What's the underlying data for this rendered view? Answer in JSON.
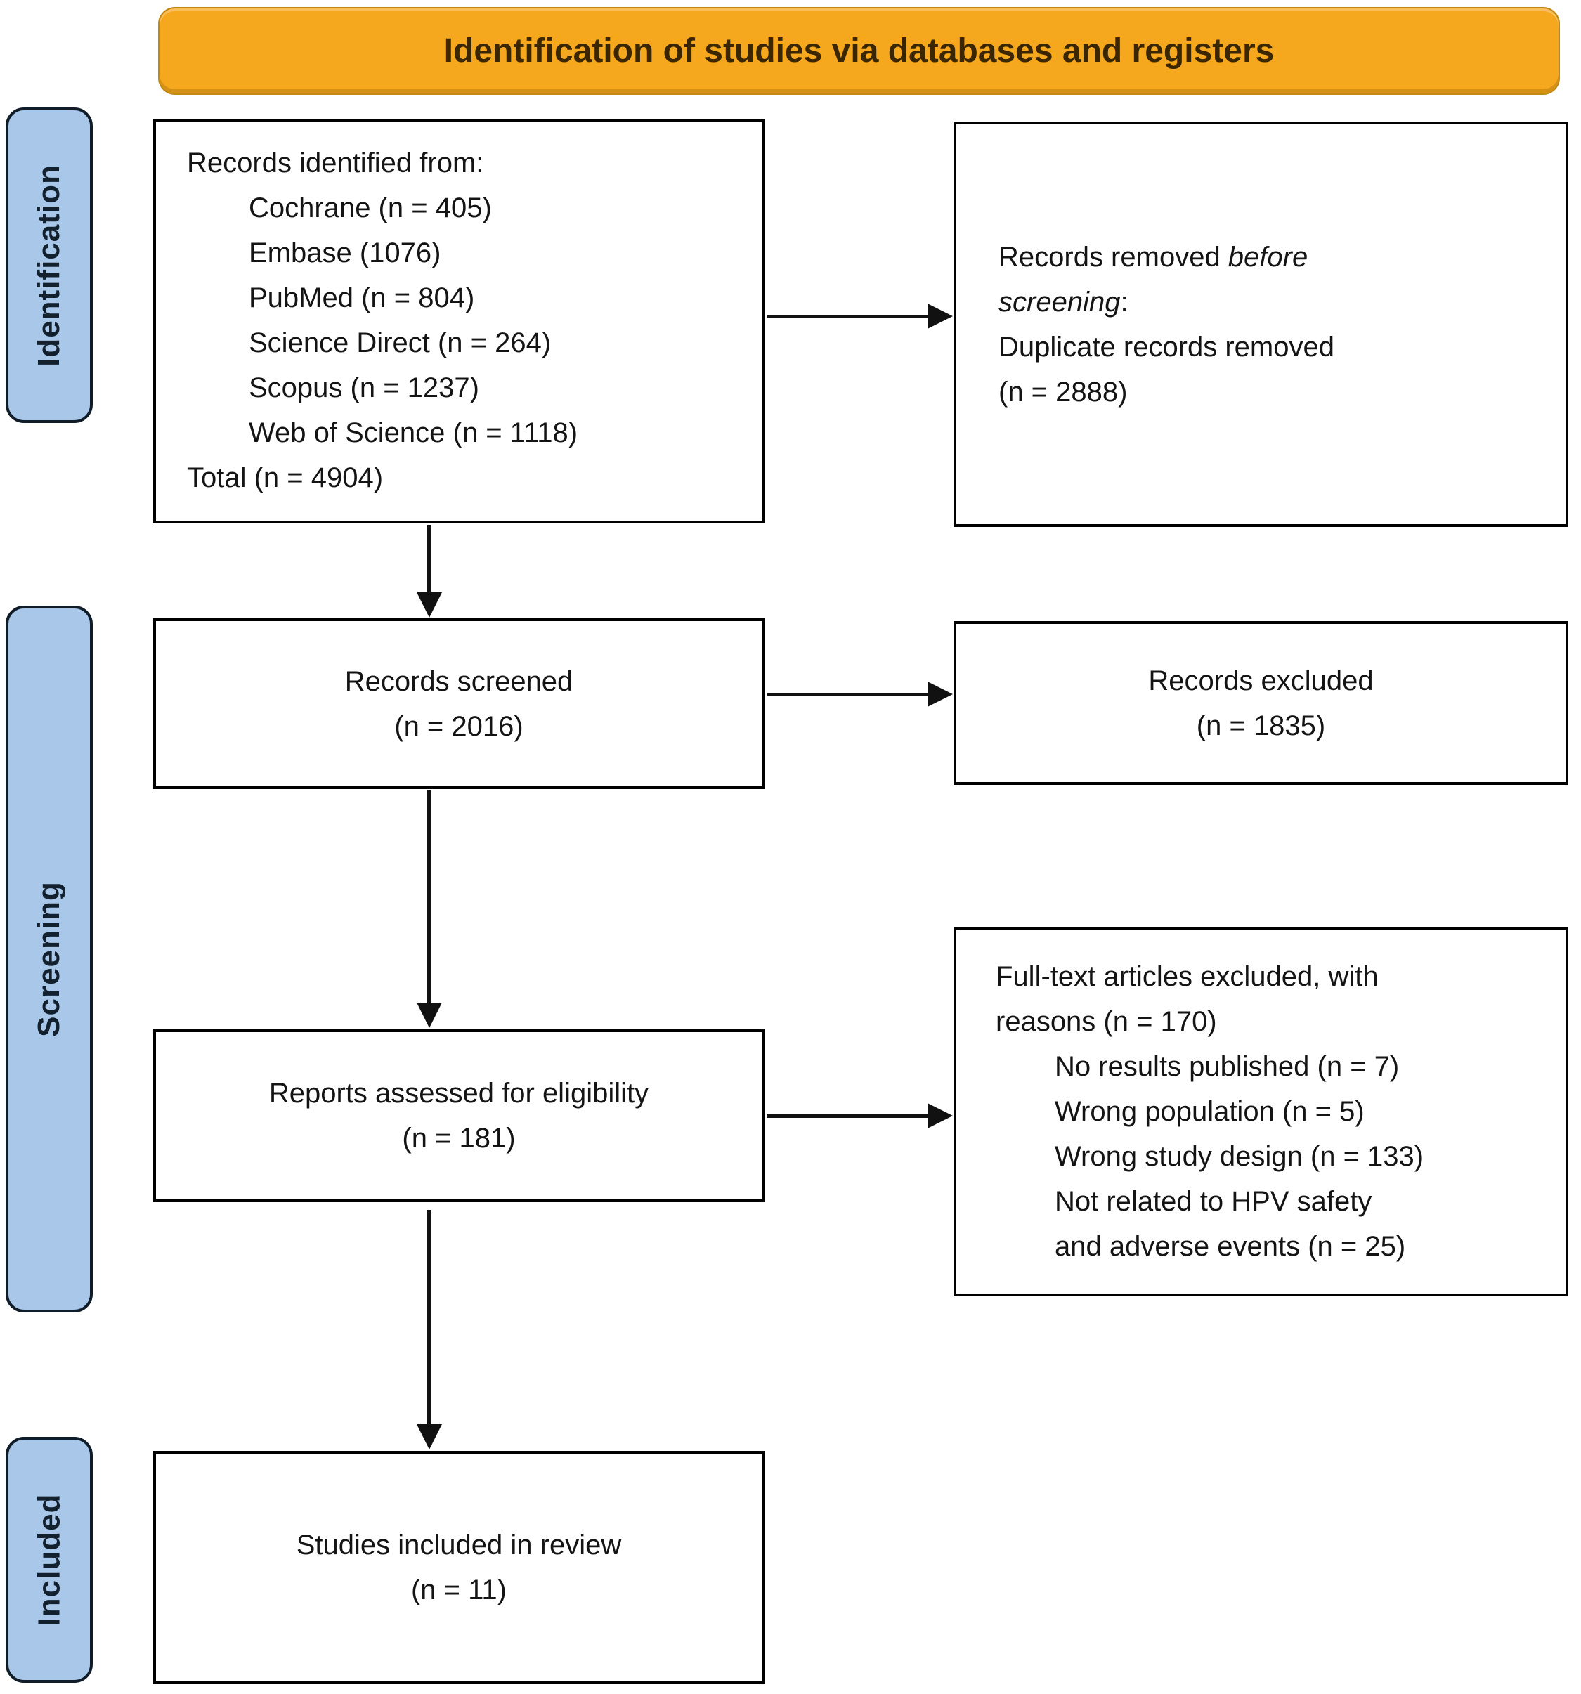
{
  "header": {
    "banner": "Identification of studies via databases and registers"
  },
  "sidebar": {
    "stages": [
      {
        "label": "Identification"
      },
      {
        "label": "Screening"
      },
      {
        "label": "Included"
      }
    ]
  },
  "flow": {
    "records_identified": {
      "title": "Records identified from:",
      "sources": [
        "Cochrane (n = 405)",
        "Embase (1076)",
        "PubMed (n = 804)",
        "Science Direct (n = 264)",
        "Scopus (n = 1237)",
        "Web of Science (n = 1118)"
      ],
      "total": "Total (n = 4904)"
    },
    "records_removed": {
      "prefix": "Records removed ",
      "italic": "before screening",
      "suffix": ":",
      "detail": "Duplicate records removed (n = 2888)"
    },
    "records_screened": {
      "label": "Records screened",
      "count": "(n = 2016)"
    },
    "records_excluded": {
      "label": "Records excluded",
      "count": "(n = 1835)"
    },
    "reports_assessed": {
      "label": "Reports assessed for eligibility",
      "count": "(n = 181)"
    },
    "fulltext_excluded": {
      "title": "Full-text articles excluded, with reasons (n = 170)",
      "reasons": [
        "No results published (n = 7)",
        "Wrong population (n = 5)",
        "Wrong study design (n = 133)",
        "Not related to HPV safety and adverse events (n = 25)"
      ]
    },
    "studies_included": {
      "label": "Studies included in review",
      "count": "(n = 11)"
    }
  },
  "colors": {
    "banner_bg": "#F5A71E",
    "banner_text": "#3A2600",
    "stage_bg": "#A9C8E9",
    "stage_border": "#101D29",
    "box_border": "#000000",
    "arrow": "#111111"
  }
}
